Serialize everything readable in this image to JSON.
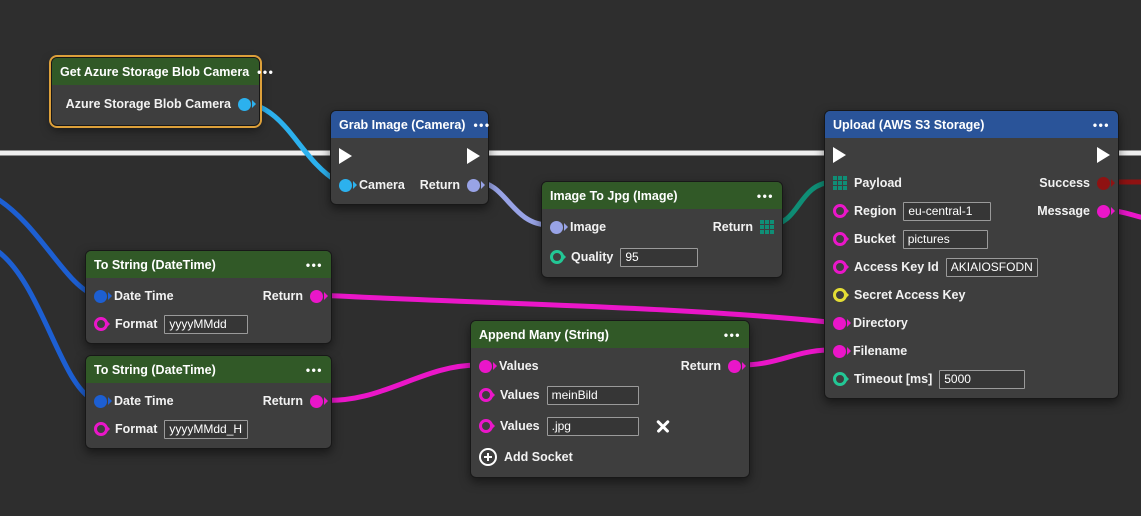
{
  "menu_dots": "•••",
  "colors": {
    "canvas_background": "#2e2e2e",
    "header_green": "#315927",
    "header_blue": "#2a5499",
    "selection_orange": "#dda03a",
    "light_blue": "#2cb1ee",
    "royal_blue": "#1d5fd2",
    "lavender": "#98a3e6",
    "teal_bright": "#23c795",
    "teal_dark": "#0f8e76",
    "magenta": "#ea16c9",
    "dark_red": "#8f1212",
    "yellow": "#e3dd35",
    "exec_white": "#efefef"
  },
  "nodes": [
    {
      "title": "Get Azure Storage Blob Camera",
      "selected": true,
      "rows": [
        {
          "right": {
            "label": "Azure Storage Blob Camera"
          }
        }
      ]
    },
    {
      "title": "Grab Image (Camera)",
      "rows": [
        {
          "exec": true
        },
        {
          "left": {
            "label": "Camera"
          },
          "right": {
            "label": "Return"
          }
        }
      ]
    },
    {
      "title": "Image To Jpg (Image)",
      "rows": [
        {
          "left": {
            "label": "Image"
          },
          "right": {
            "label": "Return"
          }
        },
        {
          "left": {
            "label": "Quality",
            "value": "95"
          }
        }
      ]
    },
    {
      "title": "Upload (AWS S3 Storage)",
      "rows": [
        {
          "exec": true
        },
        {
          "left": {
            "label": "Payload"
          },
          "right": {
            "label": "Success"
          }
        },
        {
          "left": {
            "label": "Region",
            "value": "eu-central-1"
          },
          "right": {
            "label": "Message"
          }
        },
        {
          "left": {
            "label": "Bucket",
            "value": "pictures"
          }
        },
        {
          "left": {
            "label": "Access Key Id",
            "value": "AKIAIOSFODNN"
          }
        },
        {
          "left": {
            "label": "Secret Access Key"
          }
        },
        {
          "left": {
            "label": "Directory"
          }
        },
        {
          "left": {
            "label": "Filename"
          }
        },
        {
          "left": {
            "label": "Timeout [ms]",
            "value": "5000"
          }
        }
      ]
    },
    {
      "title": "To String (DateTime)",
      "rows": [
        {
          "left": {
            "label": "Date Time"
          },
          "right": {
            "label": "Return"
          }
        },
        {
          "left": {
            "label": "Format",
            "value": "yyyyMMdd"
          }
        }
      ]
    },
    {
      "title": "To String (DateTime)",
      "rows": [
        {
          "left": {
            "label": "Date Time"
          },
          "right": {
            "label": "Return"
          }
        },
        {
          "left": {
            "label": "Format",
            "value": "yyyyMMdd_HH"
          }
        }
      ]
    },
    {
      "title": "Append Many (String)",
      "rows": [
        {
          "left": {
            "label": "Values"
          },
          "right": {
            "label": "Return"
          }
        },
        {
          "left": {
            "label": "Values",
            "value": "meinBild"
          }
        },
        {
          "left": {
            "label": "Values",
            "value": ".jpg"
          }
        },
        {
          "left": {
            "label": "Add Socket"
          }
        }
      ]
    }
  ],
  "wires": [
    {
      "name": "exec-main-line",
      "color": "#efefef"
    },
    {
      "name": "azure-camera-to-grab-camera",
      "color": "#2cb1ee"
    },
    {
      "name": "grab-return-to-jpg-image",
      "color": "#98a3e6"
    },
    {
      "name": "jpg-return-to-upload-payload",
      "color": "#0f8e76"
    },
    {
      "name": "offscreen-to-datetime-1",
      "color": "#1d5fd2"
    },
    {
      "name": "offscreen-to-datetime-2",
      "color": "#1d5fd2"
    },
    {
      "name": "tostring1-return-to-directory",
      "color": "#ea16c9"
    },
    {
      "name": "tostring2-return-to-append-values",
      "color": "#ea16c9"
    },
    {
      "name": "append-return-to-filename",
      "color": "#ea16c9"
    },
    {
      "name": "upload-success-out",
      "color": "#8f1212"
    },
    {
      "name": "upload-message-out",
      "color": "#ea16c9"
    }
  ]
}
